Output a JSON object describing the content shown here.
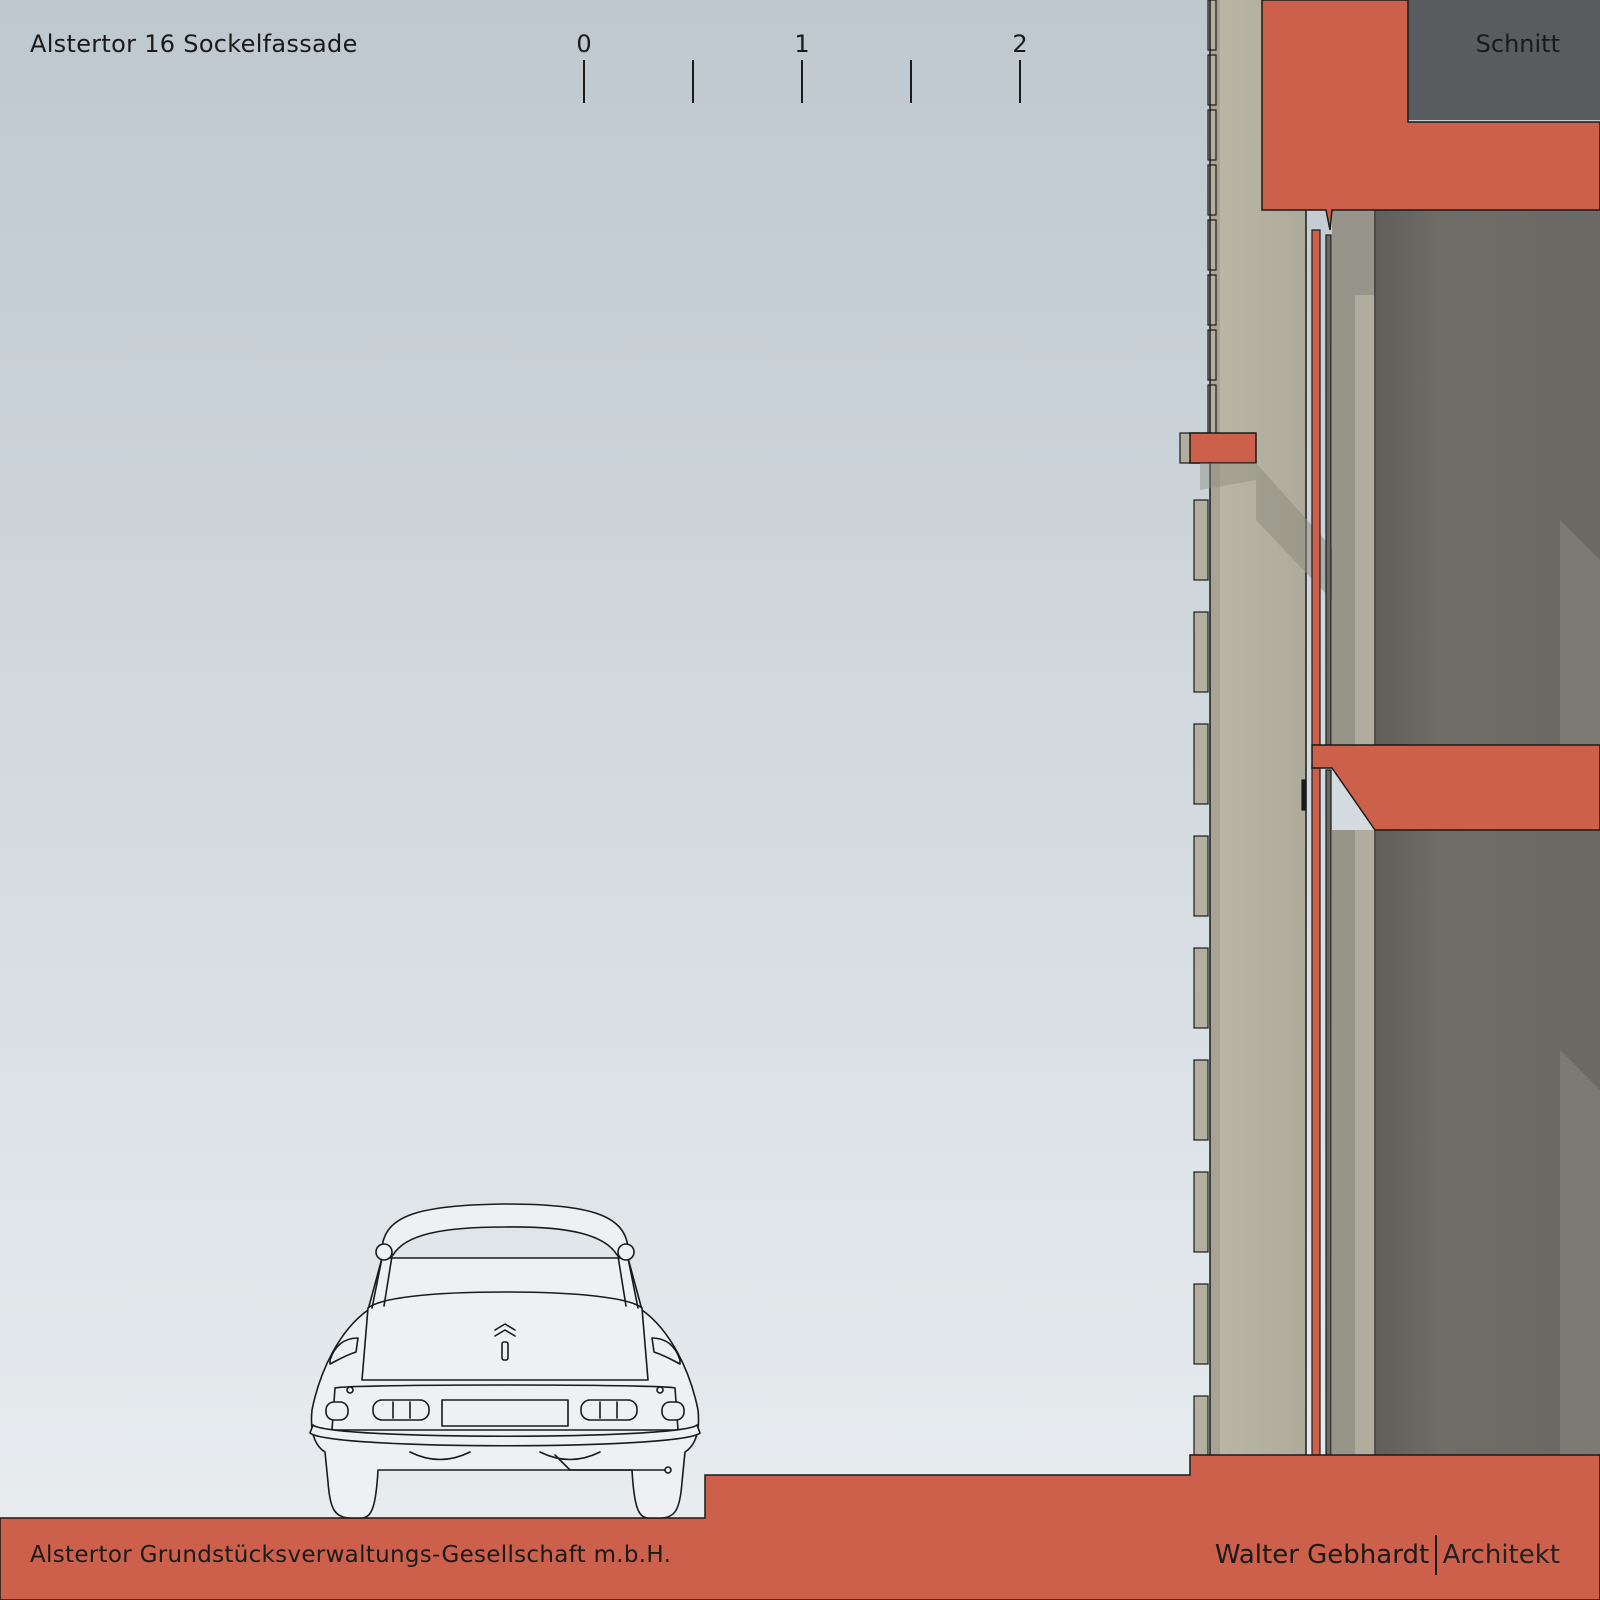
{
  "title": "Alstertor 16 Sockelfassade",
  "section_label": "Schnitt",
  "scale_bar": {
    "labels": [
      "0",
      "1",
      "2"
    ]
  },
  "client": "Alstertor Grundstücksverwaltungs-Gesellschaft m.b.H.",
  "architect": {
    "name": "Walter Gebhardt",
    "role": "Architekt"
  },
  "colors": {
    "section_cut": "#cc604a",
    "facade_stone": "#b6b3a3",
    "interior": "#6c6b64",
    "sky_top": "#bec8cf",
    "sky_bottom": "#eaeef1",
    "ink": "#1a1a1a"
  }
}
